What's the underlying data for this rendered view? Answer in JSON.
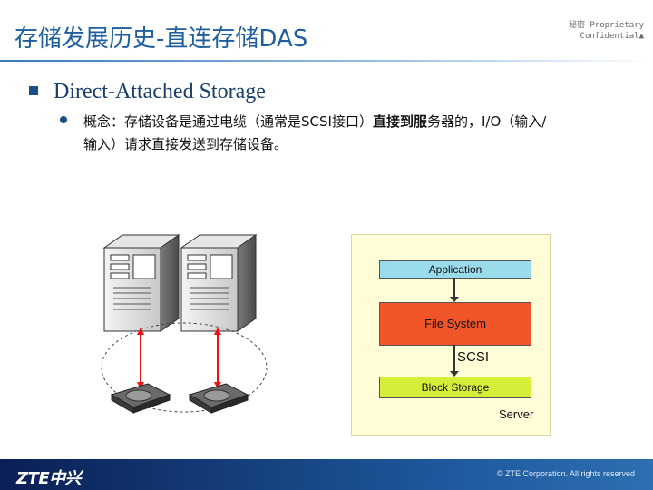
{
  "slide": {
    "title": "存储发展历史-直连存储DAS",
    "confidential_line1": "秘密  Proprietary",
    "confidential_line2": "Confidential▲"
  },
  "bullets": {
    "level1": "Direct-Attached Storage",
    "level2_part1": "概念：存储设备是通过电缆（通常是SCSI接口）",
    "level2_bold": "直接到服",
    "level2_part2": "务器的，I/O（输入/输入）请求直接发送到存储设备。"
  },
  "diagram": {
    "application": "Application",
    "file_system": "File System",
    "protocol": "SCSI",
    "block_storage": "Block Storage",
    "server": "Server"
  },
  "footer": {
    "logo": "ZTE中兴",
    "copyright": "© ZTE Corporation. All rights reserved"
  },
  "colors": {
    "title": "#1f5fa0",
    "application_box": "#9bdcec",
    "file_system_box": "#f0552a",
    "block_storage_box": "#d6ee3a",
    "diagram_bg": "#fffcd8",
    "footer": "#0a1f55"
  }
}
